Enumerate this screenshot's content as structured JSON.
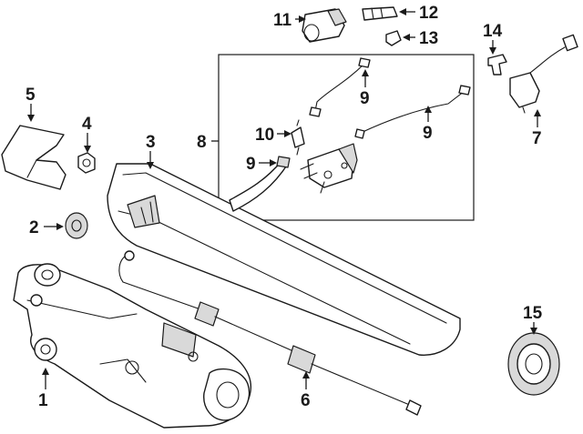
{
  "callouts": [
    {
      "id": "1",
      "label": "1"
    },
    {
      "id": "2",
      "label": "2"
    },
    {
      "id": "3",
      "label": "3"
    },
    {
      "id": "4",
      "label": "4"
    },
    {
      "id": "5",
      "label": "5"
    },
    {
      "id": "6",
      "label": "6"
    },
    {
      "id": "7",
      "label": "7"
    },
    {
      "id": "8",
      "label": "8"
    },
    {
      "id": "9a",
      "label": "9"
    },
    {
      "id": "9b",
      "label": "9"
    },
    {
      "id": "9c",
      "label": "9"
    },
    {
      "id": "10",
      "label": "10"
    },
    {
      "id": "11",
      "label": "11"
    },
    {
      "id": "12",
      "label": "12"
    },
    {
      "id": "13",
      "label": "13"
    },
    {
      "id": "14",
      "label": "14"
    },
    {
      "id": "15",
      "label": "15"
    }
  ],
  "colors": {
    "line": "#1a1a1a",
    "fill": "#ffffff",
    "shade": "#d9d9d9"
  }
}
